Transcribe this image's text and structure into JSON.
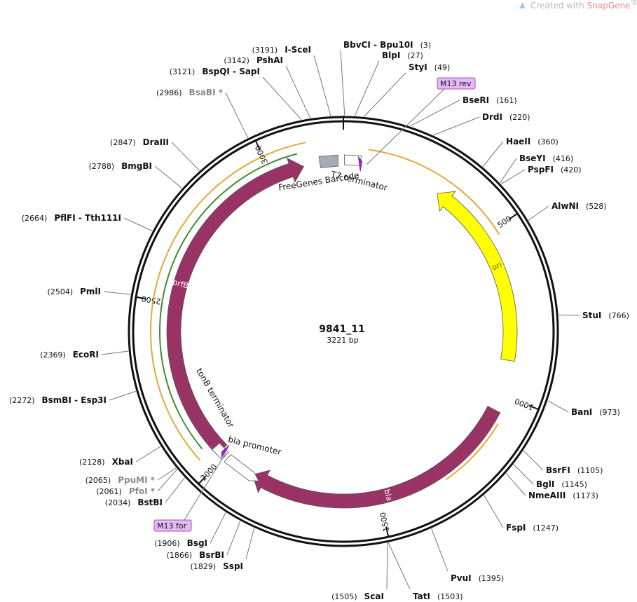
{
  "credit": {
    "prefix": "Created with ",
    "brand": "SnapGene",
    "mark": "®"
  },
  "plasmid": {
    "name": "9841_11",
    "length_label": "3221 bp",
    "length": 3221
  },
  "ticks": [
    {
      "bp": 500,
      "label": "500"
    },
    {
      "bp": 1000,
      "label": "1000"
    },
    {
      "bp": 1500,
      "label": "1500"
    },
    {
      "bp": 2000,
      "label": "2000"
    },
    {
      "bp": 2500,
      "label": "2500"
    },
    {
      "bp": 3000,
      "label": "3000"
    }
  ],
  "enzymes": [
    {
      "name": "BbvCI",
      "name2": "Bpu10I",
      "pos": "(3)",
      "bp": 3,
      "side": "R",
      "gray": false
    },
    {
      "name": "BlpI",
      "pos": "(27)",
      "bp": 27,
      "side": "R",
      "gray": false
    },
    {
      "name": "StyI",
      "pos": "(49)",
      "bp": 49,
      "side": "R",
      "gray": false
    },
    {
      "name": "BseRI",
      "pos": "(161)",
      "bp": 161,
      "side": "R",
      "gray": false
    },
    {
      "name": "DrdI",
      "pos": "(220)",
      "bp": 220,
      "side": "R",
      "gray": false
    },
    {
      "name": "HaeII",
      "pos": "(360)",
      "bp": 360,
      "side": "R",
      "gray": false
    },
    {
      "name": "BseYI",
      "pos": "(416)",
      "bp": 416,
      "side": "R",
      "gray": false
    },
    {
      "name": "PspFI",
      "pos": "(420)",
      "bp": 420,
      "side": "R",
      "gray": false
    },
    {
      "name": "AlwNI",
      "pos": "(528)",
      "bp": 528,
      "side": "R",
      "gray": false
    },
    {
      "name": "StuI",
      "pos": "(766)",
      "bp": 766,
      "side": "R",
      "gray": false
    },
    {
      "name": "BanI",
      "pos": "(973)",
      "bp": 973,
      "side": "R",
      "gray": false
    },
    {
      "name": "BsrFI",
      "pos": "(1105)",
      "bp": 1105,
      "side": "R",
      "gray": false
    },
    {
      "name": "BglI",
      "pos": "(1145)",
      "bp": 1145,
      "side": "R",
      "gray": false
    },
    {
      "name": "NmeAIII",
      "pos": "(1173)",
      "bp": 1173,
      "side": "R",
      "gray": false
    },
    {
      "name": "FspI",
      "pos": "(1247)",
      "bp": 1247,
      "side": "R",
      "gray": false
    },
    {
      "name": "PvuI",
      "pos": "(1395)",
      "bp": 1395,
      "side": "R",
      "gray": false
    },
    {
      "name": "TatI",
      "pos": "(1503)",
      "bp": 1503,
      "side": "R",
      "gray": false
    },
    {
      "name": "ScaI",
      "pos": "(1505)",
      "bp": 1505,
      "side": "L",
      "gray": false
    },
    {
      "name": "SspI",
      "pos": "(1829)",
      "bp": 1829,
      "side": "L",
      "gray": false
    },
    {
      "name": "BsrBI",
      "pos": "(1866)",
      "bp": 1866,
      "side": "L",
      "gray": false
    },
    {
      "name": "BsgI",
      "pos": "(1906)",
      "bp": 1906,
      "side": "L",
      "gray": false
    },
    {
      "name": "BstBI",
      "pos": "(2034)",
      "bp": 2034,
      "side": "L",
      "gray": false
    },
    {
      "name": "PfoI *",
      "pos": "(2061)",
      "bp": 2061,
      "side": "L",
      "gray": true
    },
    {
      "name": "PpuMI *",
      "pos": "(2065)",
      "bp": 2065,
      "side": "L",
      "gray": true
    },
    {
      "name": "XbaI",
      "pos": "(2128)",
      "bp": 2128,
      "side": "L",
      "gray": false
    },
    {
      "name": "BsmBI",
      "name2": "Esp3I",
      "pos": "(2272)",
      "bp": 2272,
      "side": "L",
      "gray": false
    },
    {
      "name": "EcoRI",
      "pos": "(2369)",
      "bp": 2369,
      "side": "L",
      "gray": false
    },
    {
      "name": "PmlI",
      "pos": "(2504)",
      "bp": 2504,
      "side": "L",
      "gray": false
    },
    {
      "name": "PflFI",
      "name2": "Tth111I",
      "pos": "(2664)",
      "bp": 2664,
      "side": "L",
      "gray": false
    },
    {
      "name": "BmgBI",
      "pos": "(2788)",
      "bp": 2788,
      "side": "L",
      "gray": false
    },
    {
      "name": "DraIII",
      "pos": "(2847)",
      "bp": 2847,
      "side": "L",
      "gray": false
    },
    {
      "name": "BsaBI *",
      "pos": "(2986)",
      "bp": 2986,
      "side": "L",
      "gray": true
    },
    {
      "name": "BspQI",
      "name2": "SapI",
      "pos": "(3121)",
      "bp": 3121,
      "side": "L",
      "gray": false
    },
    {
      "name": "PshAI",
      "pos": "(3142)",
      "bp": 3142,
      "side": "L",
      "gray": false
    },
    {
      "name": "I-SceI",
      "pos": "(3191)",
      "bp": 3191,
      "side": "L",
      "gray": false
    }
  ],
  "features": [
    {
      "name": "ori",
      "type": "rep_origin",
      "color": "#ffff00",
      "start": 306,
      "end": 894,
      "direction": -1,
      "label_inside": true
    },
    {
      "name": "bla",
      "type": "CDS",
      "color": "#993366",
      "start": 1050,
      "end": 1900,
      "direction": 1,
      "label_inside": true
    },
    {
      "name": "prfB",
      "type": "CDS",
      "color": "#993366",
      "start": 2020,
      "end": 3100,
      "direction": 1,
      "label_inside": true
    },
    {
      "name": "FreeGenes Barcode",
      "type": "misc_feature",
      "color": "#a6acb3",
      "start": 3150,
      "end": 3205,
      "direction": 0,
      "label_inside": false
    },
    {
      "name": "T7 terminator",
      "type": "terminator",
      "color": "#ffffff",
      "start": 3,
      "end": 52,
      "direction": 0,
      "label_inside": false
    },
    {
      "name": "bla promoter",
      "type": "promoter",
      "color": "#ffffff",
      "start": 1900,
      "end": 1990,
      "direction": -1,
      "label_inside": false
    },
    {
      "name": "tonB terminator",
      "type": "terminator",
      "color": "#ffffff",
      "start": 2000,
      "end": 2040,
      "direction": 0,
      "label_inside": false
    }
  ],
  "primers": [
    {
      "name": "M13 rev",
      "bp": 70
    },
    {
      "name": "M13 for",
      "bp": 2005
    }
  ]
}
